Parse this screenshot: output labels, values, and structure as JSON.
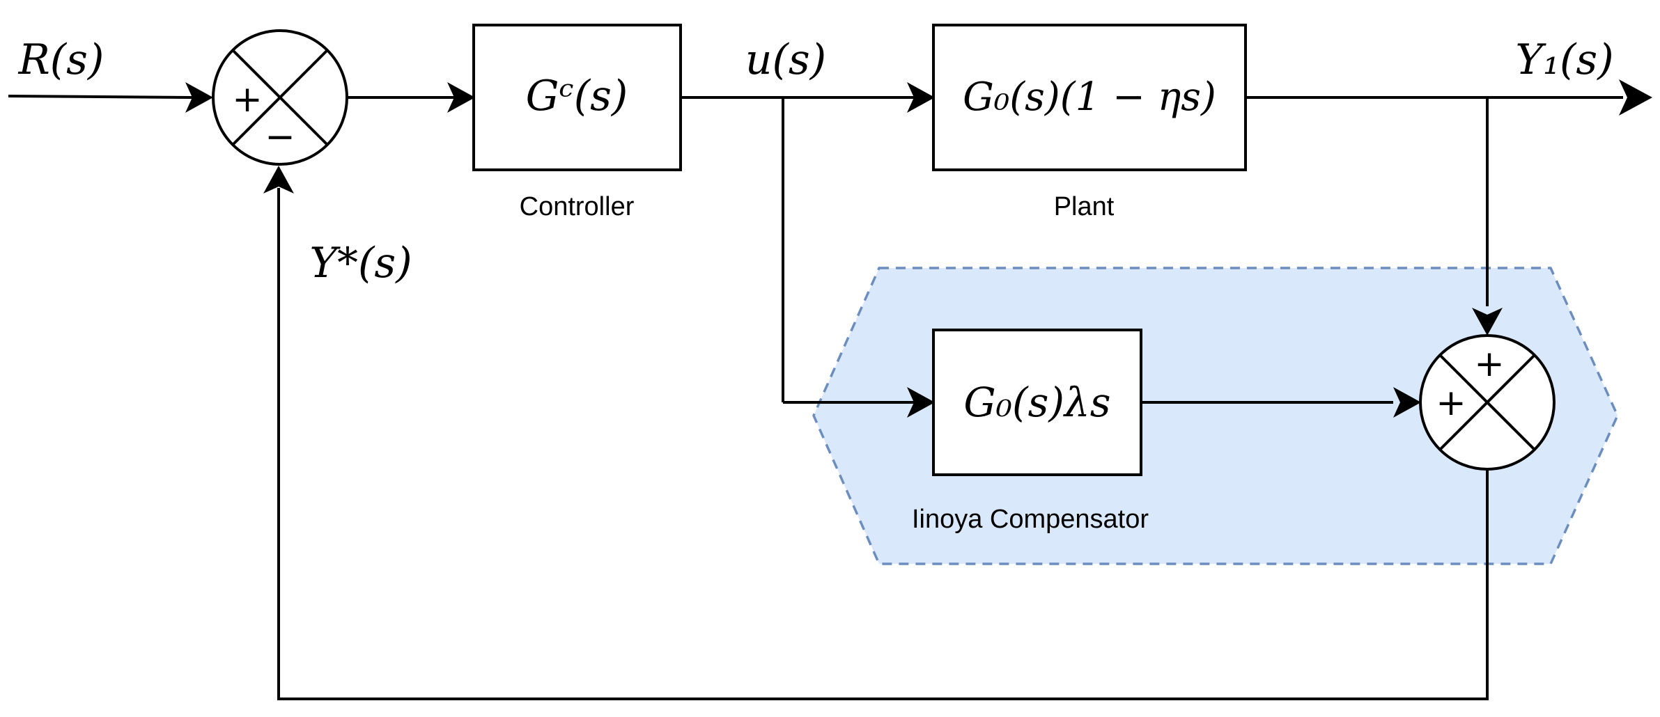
{
  "signals": {
    "input": "R(s)",
    "control": "u(s)",
    "output": "Y₁(s)",
    "feedback": "Y*(s)"
  },
  "blocks": {
    "controller": {
      "expression": "Gᶜ(s)",
      "caption": "Controller"
    },
    "plant": {
      "expression": "G₀(s)(1 − ηs)",
      "caption": "Plant"
    },
    "compensator": {
      "expression": "G₀(s)λs",
      "caption": "Iinoya Compensator"
    }
  },
  "summing_junctions": {
    "main": {
      "top_left_sign": "+",
      "bottom_sign": "−"
    },
    "compensator": {
      "top_sign": "+",
      "left_sign": "+"
    }
  },
  "colors": {
    "compensator_region_fill": "#dae8fc",
    "compensator_region_border": "#6c8ebf",
    "lines": "#000000"
  }
}
